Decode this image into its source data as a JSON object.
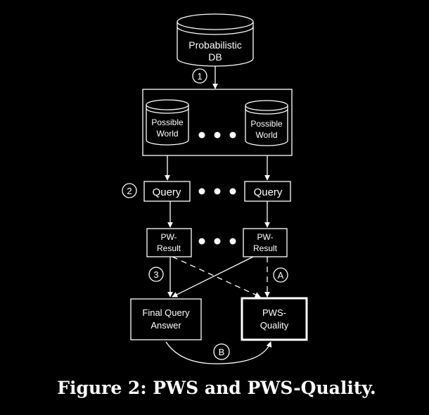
{
  "nodes": {
    "db": {
      "line1": "Probabilistic",
      "line2": "DB"
    },
    "pw_left": {
      "line1": "Possible",
      "line2": "World"
    },
    "pw_right": {
      "line1": "Possible",
      "line2": "World"
    },
    "query_left": "Query",
    "query_right": "Query",
    "result_left": {
      "line1": "PW-",
      "line2": "Result"
    },
    "result_right": {
      "line1": "PW-",
      "line2": "Result"
    },
    "final_answer": {
      "line1": "Final Query",
      "line2": "Answer"
    },
    "pws_quality": {
      "line1": "PWS-",
      "line2": "Quality"
    }
  },
  "markers": {
    "step1": "1",
    "step2": "2",
    "step3": "3",
    "stepA": "A",
    "stepB": "B"
  },
  "caption": "Figure 2: PWS and PWS-Quality.",
  "colors": {
    "background": "#000000",
    "foreground": "#ffffff"
  }
}
